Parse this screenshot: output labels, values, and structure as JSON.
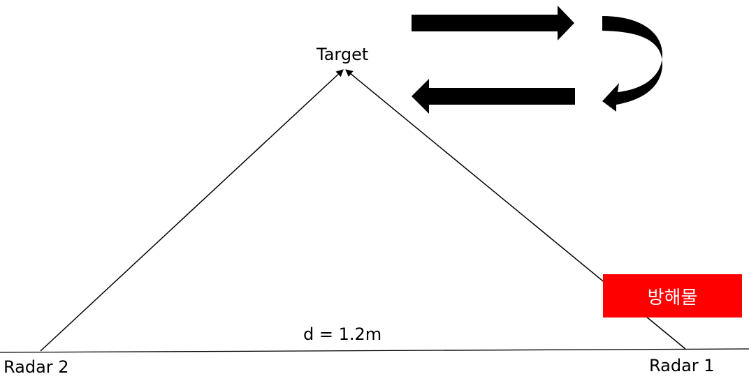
{
  "diagram": {
    "target_label": "Target",
    "radar_left_label": "Radar 2",
    "radar_right_label": "Radar 1",
    "distance_label": "d  =  1.2m",
    "obstacle_label": "방해물"
  },
  "colors": {
    "line": "#000000",
    "arrow_fill": "#000000",
    "obstacle_fill": "#ff0000",
    "obstacle_text": "#ffffff",
    "background": "#ffffff"
  }
}
